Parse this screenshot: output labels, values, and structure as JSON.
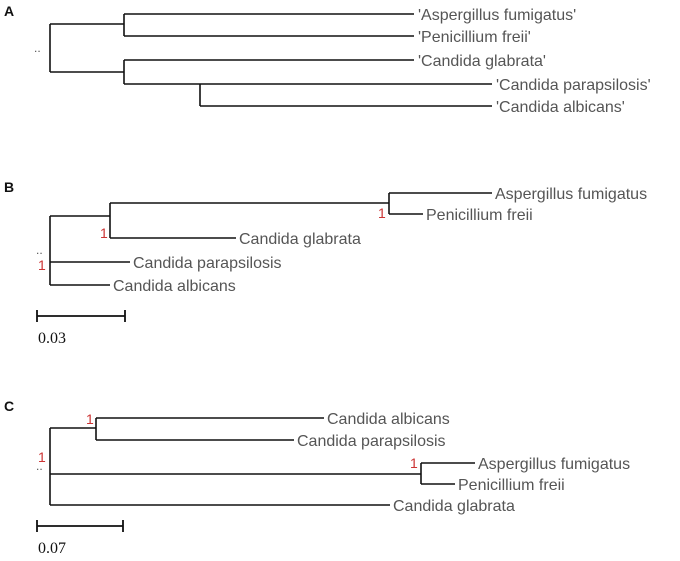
{
  "panels": {
    "a": {
      "letter": "A",
      "root_marker": "..",
      "leaves": [
        "'Aspergillus fumigatus'",
        "'Penicillium freii'",
        "'Candida glabrata'",
        "'Candida parapsilosis'",
        "'Candida albicans'"
      ]
    },
    "b": {
      "letter": "B",
      "root_marker": "..",
      "leaves": [
        "Aspergillus fumigatus",
        "Penicillium freii",
        "Candida glabrata",
        "Candida parapsilosis",
        "Candida albicans"
      ],
      "support_values": [
        "1",
        "1",
        "1"
      ],
      "scale_value": "0.03"
    },
    "c": {
      "letter": "C",
      "root_marker": "..",
      "leaves": [
        "Candida albicans",
        "Candida parapsilosis",
        "Aspergillus fumigatus",
        "Penicillium freii",
        "Candida glabrata"
      ],
      "support_values": [
        "1",
        "1",
        "1"
      ],
      "scale_value": "0.07"
    }
  },
  "colors": {
    "branch": "#111111",
    "leaf_text": "#555555",
    "support_text": "#cc3333"
  }
}
